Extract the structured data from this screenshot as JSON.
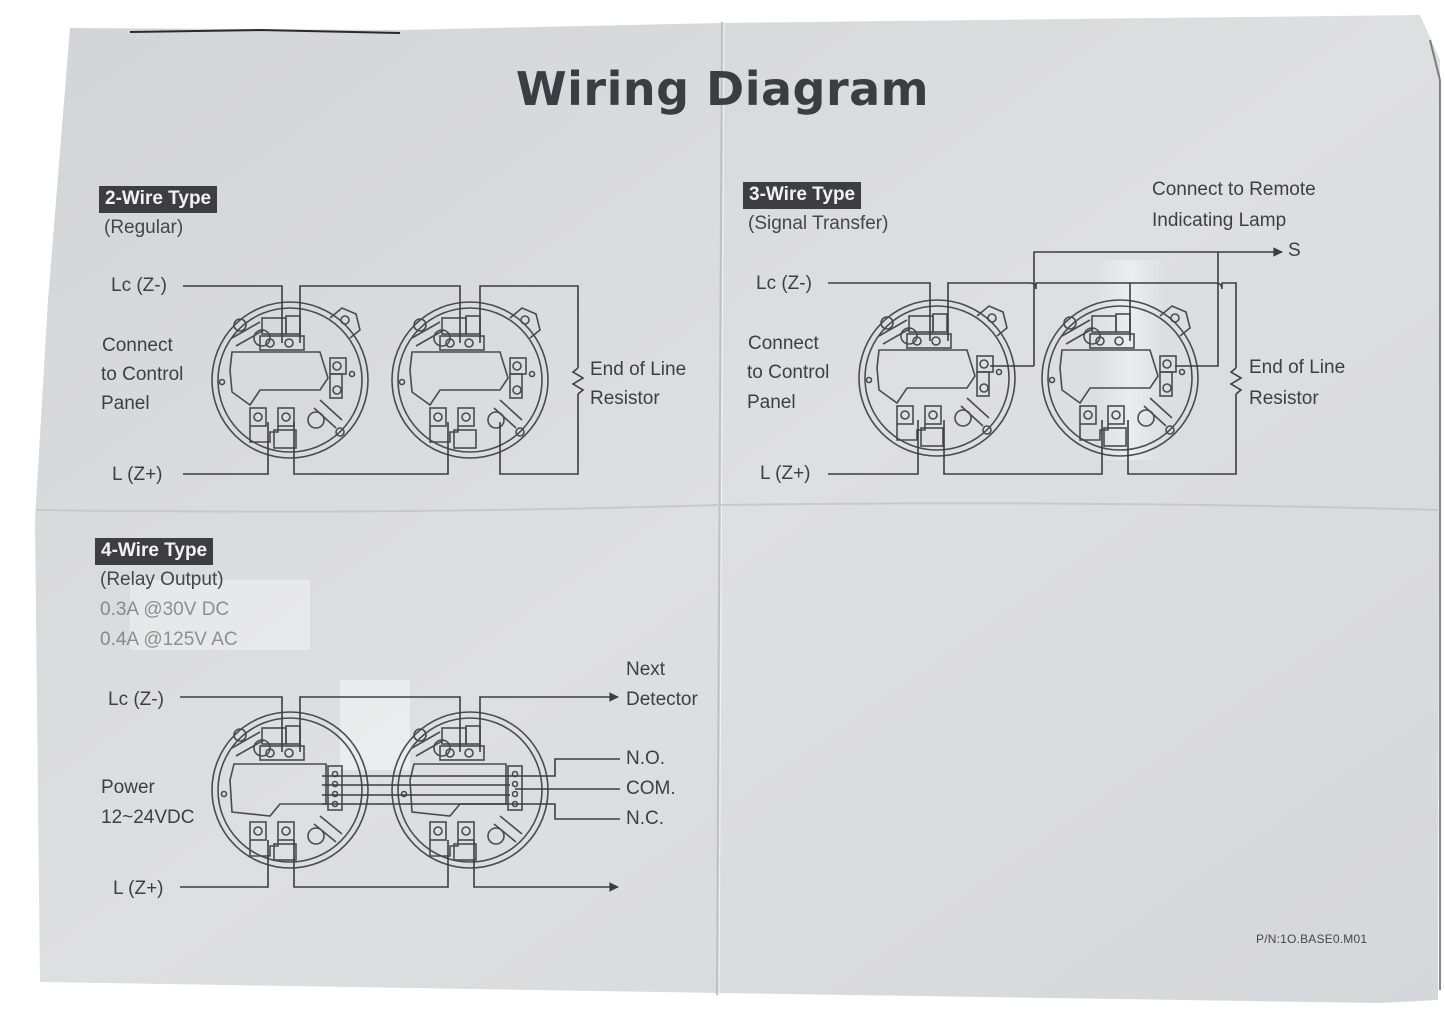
{
  "document": {
    "title": "Wiring Diagram",
    "part_number": "P/N:1O.BASE0.M01"
  },
  "sections": {
    "two_wire": {
      "badge": "2-Wire Type",
      "subtitle": "(Regular)",
      "labels": {
        "lc": "Lc (Z-)",
        "connect_line1": "Connect",
        "connect_line2": "to Control",
        "connect_line3": "Panel",
        "l": "L (Z+)",
        "eol_line1": "End of Line",
        "eol_line2": "Resistor"
      }
    },
    "three_wire": {
      "badge": "3-Wire Type",
      "subtitle": "(Signal Transfer)",
      "labels": {
        "remote_line1": "Connect to Remote",
        "remote_line2": "Indicating Lamp",
        "s": "S",
        "lc": "Lc (Z-)",
        "connect_line1": "Connect",
        "connect_line2": "to Control",
        "connect_line3": "Panel",
        "l": "L (Z+)",
        "eol_line1": "End of Line",
        "eol_line2": "Resistor"
      }
    },
    "four_wire": {
      "badge": "4-Wire Type",
      "subtitle": "(Relay Output)",
      "rating_line1": "0.3A @30V DC",
      "rating_line2": "0.4A @125V AC",
      "labels": {
        "lc": "Lc (Z-)",
        "power_line1": "Power",
        "power_line2": "12~24VDC",
        "l": "L (Z+)",
        "next_line1": "Next",
        "next_line2": "Detector",
        "no": "N.O.",
        "com": "COM.",
        "nc": "N.C."
      }
    }
  },
  "colors": {
    "paper": "#d9dadc",
    "ink": "#3c3d42",
    "badge_bg": "#3d3d42",
    "badge_text": "#f2f2f4"
  }
}
